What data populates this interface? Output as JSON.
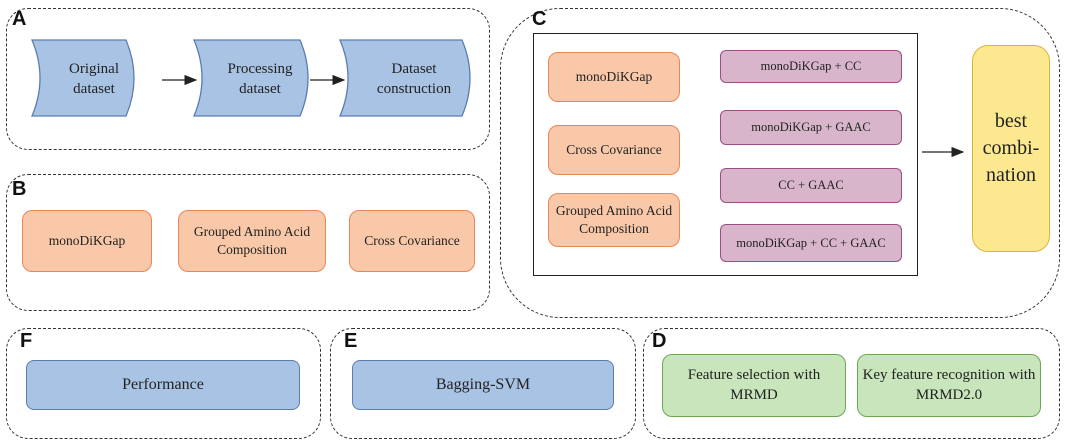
{
  "panels": {
    "a": {
      "label": "A",
      "steps": [
        {
          "text": "Original dataset"
        },
        {
          "text": "Processing dataset"
        },
        {
          "text": "Dataset construction"
        }
      ]
    },
    "b": {
      "label": "B",
      "features": [
        "monoDiKGap",
        "Grouped Amino Acid Composition",
        "Cross Covariance"
      ]
    },
    "c": {
      "label": "C",
      "inputs": [
        "monoDiKGap",
        "Cross Covariance",
        "Grouped Amino Acid Composition"
      ],
      "combinations": [
        "monoDiKGap + CC",
        "monoDiKGap + GAAC",
        "CC + GAAC",
        "monoDiKGap + CC + GAAC"
      ],
      "result": "best combi-nation"
    },
    "d": {
      "label": "D",
      "items": [
        "Feature selection with MRMD",
        "Key feature recognition with MRMD2.0"
      ]
    },
    "e": {
      "label": "E",
      "item": "Bagging-SVM"
    },
    "f": {
      "label": "F",
      "item": "Performance"
    }
  },
  "colors": {
    "orange_fill": "#f9c8a8",
    "purple_fill": "#d8b5ca",
    "blue_fill": "#a9c3e4",
    "green_fill": "#c8e5bc",
    "yellow_fill": "#fce98f"
  }
}
